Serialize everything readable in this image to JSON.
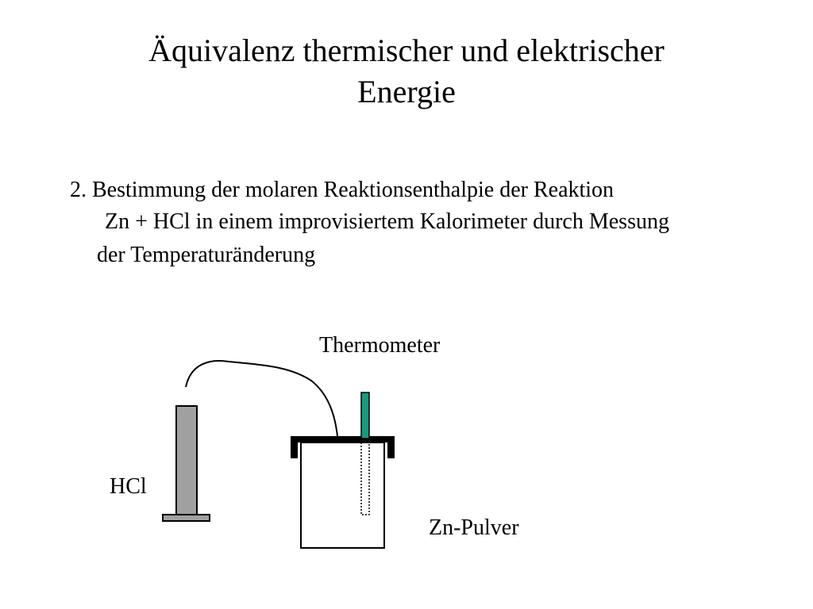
{
  "title": {
    "line1": "Äquivalenz thermischer und elektrischer",
    "line2": "Energie"
  },
  "description": {
    "line1": "2.  Bestimmung der molaren Reaktionsenthalpie der Reaktion",
    "line2": "Zn + HCl in einem improvisiertem Kalorimeter durch Messung",
    "line3": "der Temperaturänderung"
  },
  "diagram": {
    "thermometer_label": "Thermometer",
    "hcl_label": "HCl",
    "zn_label": "Zn-Pulver",
    "colors": {
      "thermometer": "#1a9a7a",
      "cylinder": "#a0a0a0",
      "outline": "#000000"
    }
  }
}
